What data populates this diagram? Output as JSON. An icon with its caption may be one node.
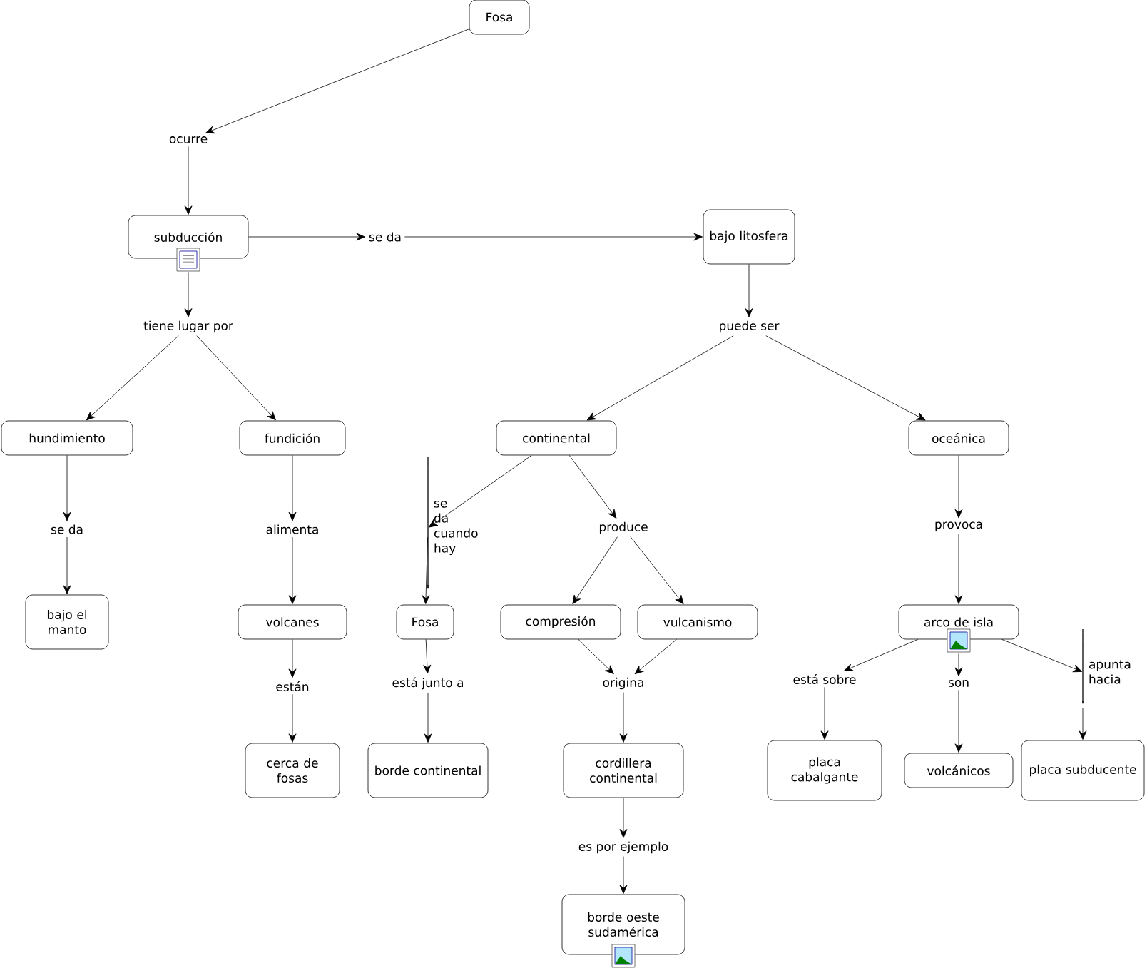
{
  "diagram": {
    "nodes": [
      {
        "text": [
          "Fosa"
        ]
      },
      {
        "text": [
          "ocurre"
        ]
      },
      {
        "text": [
          "subducción"
        ]
      },
      {
        "text": [
          "se da"
        ]
      },
      {
        "text": [
          "bajo litosfera"
        ]
      },
      {
        "text": [
          "tiene lugar por"
        ]
      },
      {
        "text": [
          "puede ser"
        ]
      },
      {
        "text": [
          "hundimiento"
        ]
      },
      {
        "text": [
          "fundición"
        ]
      },
      {
        "text": [
          "continental"
        ]
      },
      {
        "text": [
          "oceánica"
        ]
      },
      {
        "text": [
          "se da"
        ]
      },
      {
        "text": [
          "alimenta"
        ]
      },
      {
        "text": [
          "se da cuando hay"
        ]
      },
      {
        "text": [
          "produce"
        ]
      },
      {
        "text": [
          "provoca"
        ]
      },
      {
        "text": [
          "bajo el manto"
        ]
      },
      {
        "text": [
          "volcanes"
        ]
      },
      {
        "text": [
          "Fosa"
        ]
      },
      {
        "text": [
          "compresión"
        ]
      },
      {
        "text": [
          "vulcanismo"
        ]
      },
      {
        "text": [
          "arco de isla"
        ]
      },
      {
        "text": [
          "están"
        ]
      },
      {
        "text": [
          "está junto a"
        ]
      },
      {
        "text": [
          "origina"
        ]
      },
      {
        "text": [
          "está sobre"
        ]
      },
      {
        "text": [
          "son"
        ]
      },
      {
        "text": [
          "apunta hacia"
        ]
      },
      {
        "text": [
          "cerca de fosas"
        ]
      },
      {
        "text": [
          "borde continental"
        ]
      },
      {
        "text": [
          "cordillera continental"
        ]
      },
      {
        "text": [
          "placa cabalgante"
        ]
      },
      {
        "text": [
          "volcánicos"
        ]
      },
      {
        "text": [
          "placa subducente"
        ]
      },
      {
        "text": [
          "es por ejemplo"
        ]
      },
      {
        "text": [
          "borde oeste sudamérica"
        ]
      }
    ],
    "edges": [
      {
        "from": 0,
        "to": 1,
        "arrow": "to"
      },
      {
        "from": 1,
        "to": 2,
        "arrow": "to"
      },
      {
        "from": 2,
        "to": 3,
        "arrow": "to"
      },
      {
        "from": 3,
        "to": 4,
        "arrow": "to"
      },
      {
        "from": 2,
        "to": 5,
        "arrow": "to"
      },
      {
        "from": 4,
        "to": 6,
        "arrow": "to"
      },
      {
        "from": 5,
        "to": 7,
        "arrow": "to"
      },
      {
        "from": 5,
        "to": 8,
        "arrow": "to"
      },
      {
        "from": 6,
        "to": 9,
        "arrow": "to"
      },
      {
        "from": 6,
        "to": 10,
        "arrow": "to"
      },
      {
        "from": 7,
        "to": 11,
        "arrow": "to"
      },
      {
        "from": 8,
        "to": 12,
        "arrow": "to"
      },
      {
        "from": 9,
        "to": 13,
        "arrow": "to"
      },
      {
        "from": 9,
        "to": 14,
        "arrow": "to"
      },
      {
        "from": 10,
        "to": 15,
        "arrow": "to"
      },
      {
        "from": 11,
        "to": 16,
        "arrow": "to"
      },
      {
        "from": 12,
        "to": 17,
        "arrow": "to"
      },
      {
        "from": 13,
        "to": 18,
        "arrow": "to"
      },
      {
        "from": 14,
        "to": 19,
        "arrow": "to"
      },
      {
        "from": 14,
        "to": 20,
        "arrow": "to"
      },
      {
        "from": 15,
        "to": 21,
        "arrow": "to"
      },
      {
        "from": 17,
        "to": 22,
        "arrow": "to"
      },
      {
        "from": 18,
        "to": 23,
        "arrow": "to"
      },
      {
        "from": 19,
        "to": 24,
        "arrow": "to"
      },
      {
        "from": 20,
        "to": 24,
        "arrow": "to"
      },
      {
        "from": 21,
        "to": 25,
        "arrow": "to"
      },
      {
        "from": 21,
        "to": 26,
        "arrow": "to"
      },
      {
        "from": 21,
        "to": 27,
        "arrow": "to"
      },
      {
        "from": 22,
        "to": 28,
        "arrow": "to"
      },
      {
        "from": 23,
        "to": 29,
        "arrow": "to"
      },
      {
        "from": 24,
        "to": 30,
        "arrow": "to"
      },
      {
        "from": 25,
        "to": 31,
        "arrow": "to"
      },
      {
        "from": 26,
        "to": 32,
        "arrow": "to"
      },
      {
        "from": 27,
        "to": 33,
        "arrow": "to"
      },
      {
        "from": 30,
        "to": 34,
        "arrow": "to"
      },
      {
        "from": 34,
        "to": 35,
        "arrow": "to"
      }
    ]
  }
}
